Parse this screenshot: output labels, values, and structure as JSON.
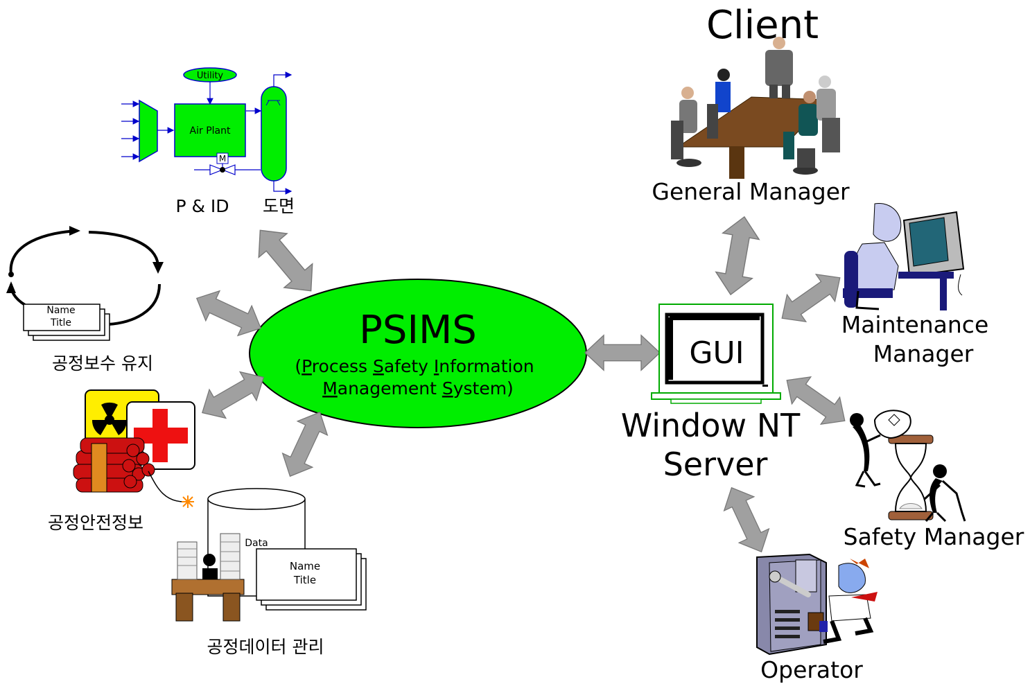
{
  "header": {
    "client": "Client"
  },
  "center": {
    "name": "PSIMS",
    "subtitle_open": "(",
    "p": "P",
    "rocess": "rocess ",
    "s1": "S",
    "afety": "afety ",
    "i": "I",
    "nformation": "nformation",
    "m": "M",
    "anagement": "anagement ",
    "s2": "S",
    "ystem": "ystem)"
  },
  "left": {
    "pid": {
      "utility": "Utility",
      "air_plant": "Air Plant",
      "motor": "M",
      "caption_a": "P & ID",
      "caption_b": "도면"
    },
    "maintenance": {
      "card_name": "Name",
      "card_title": "Title",
      "caption": "공정보수 유지"
    },
    "safety_info": {
      "caption": "공정안전정보"
    },
    "data_mgmt": {
      "db": "Data",
      "card_name": "Name",
      "card_title": "Title",
      "caption": "공정데이터  관리"
    }
  },
  "right": {
    "server": {
      "gui": "GUI",
      "line1": "Window NT",
      "line2": "Server"
    },
    "general_manager": "General Manager",
    "maintenance_manager_1": "Maintenance",
    "maintenance_manager_2": "Manager",
    "safety_manager": "Safety Manager",
    "operator": "Operator"
  },
  "colors": {
    "green": "#00ee00",
    "arrow": "#a0a0a0",
    "blue": "#0000cc",
    "bomb": "#cc1111",
    "radiation": "#ffee00",
    "cross": "#ee1111"
  }
}
